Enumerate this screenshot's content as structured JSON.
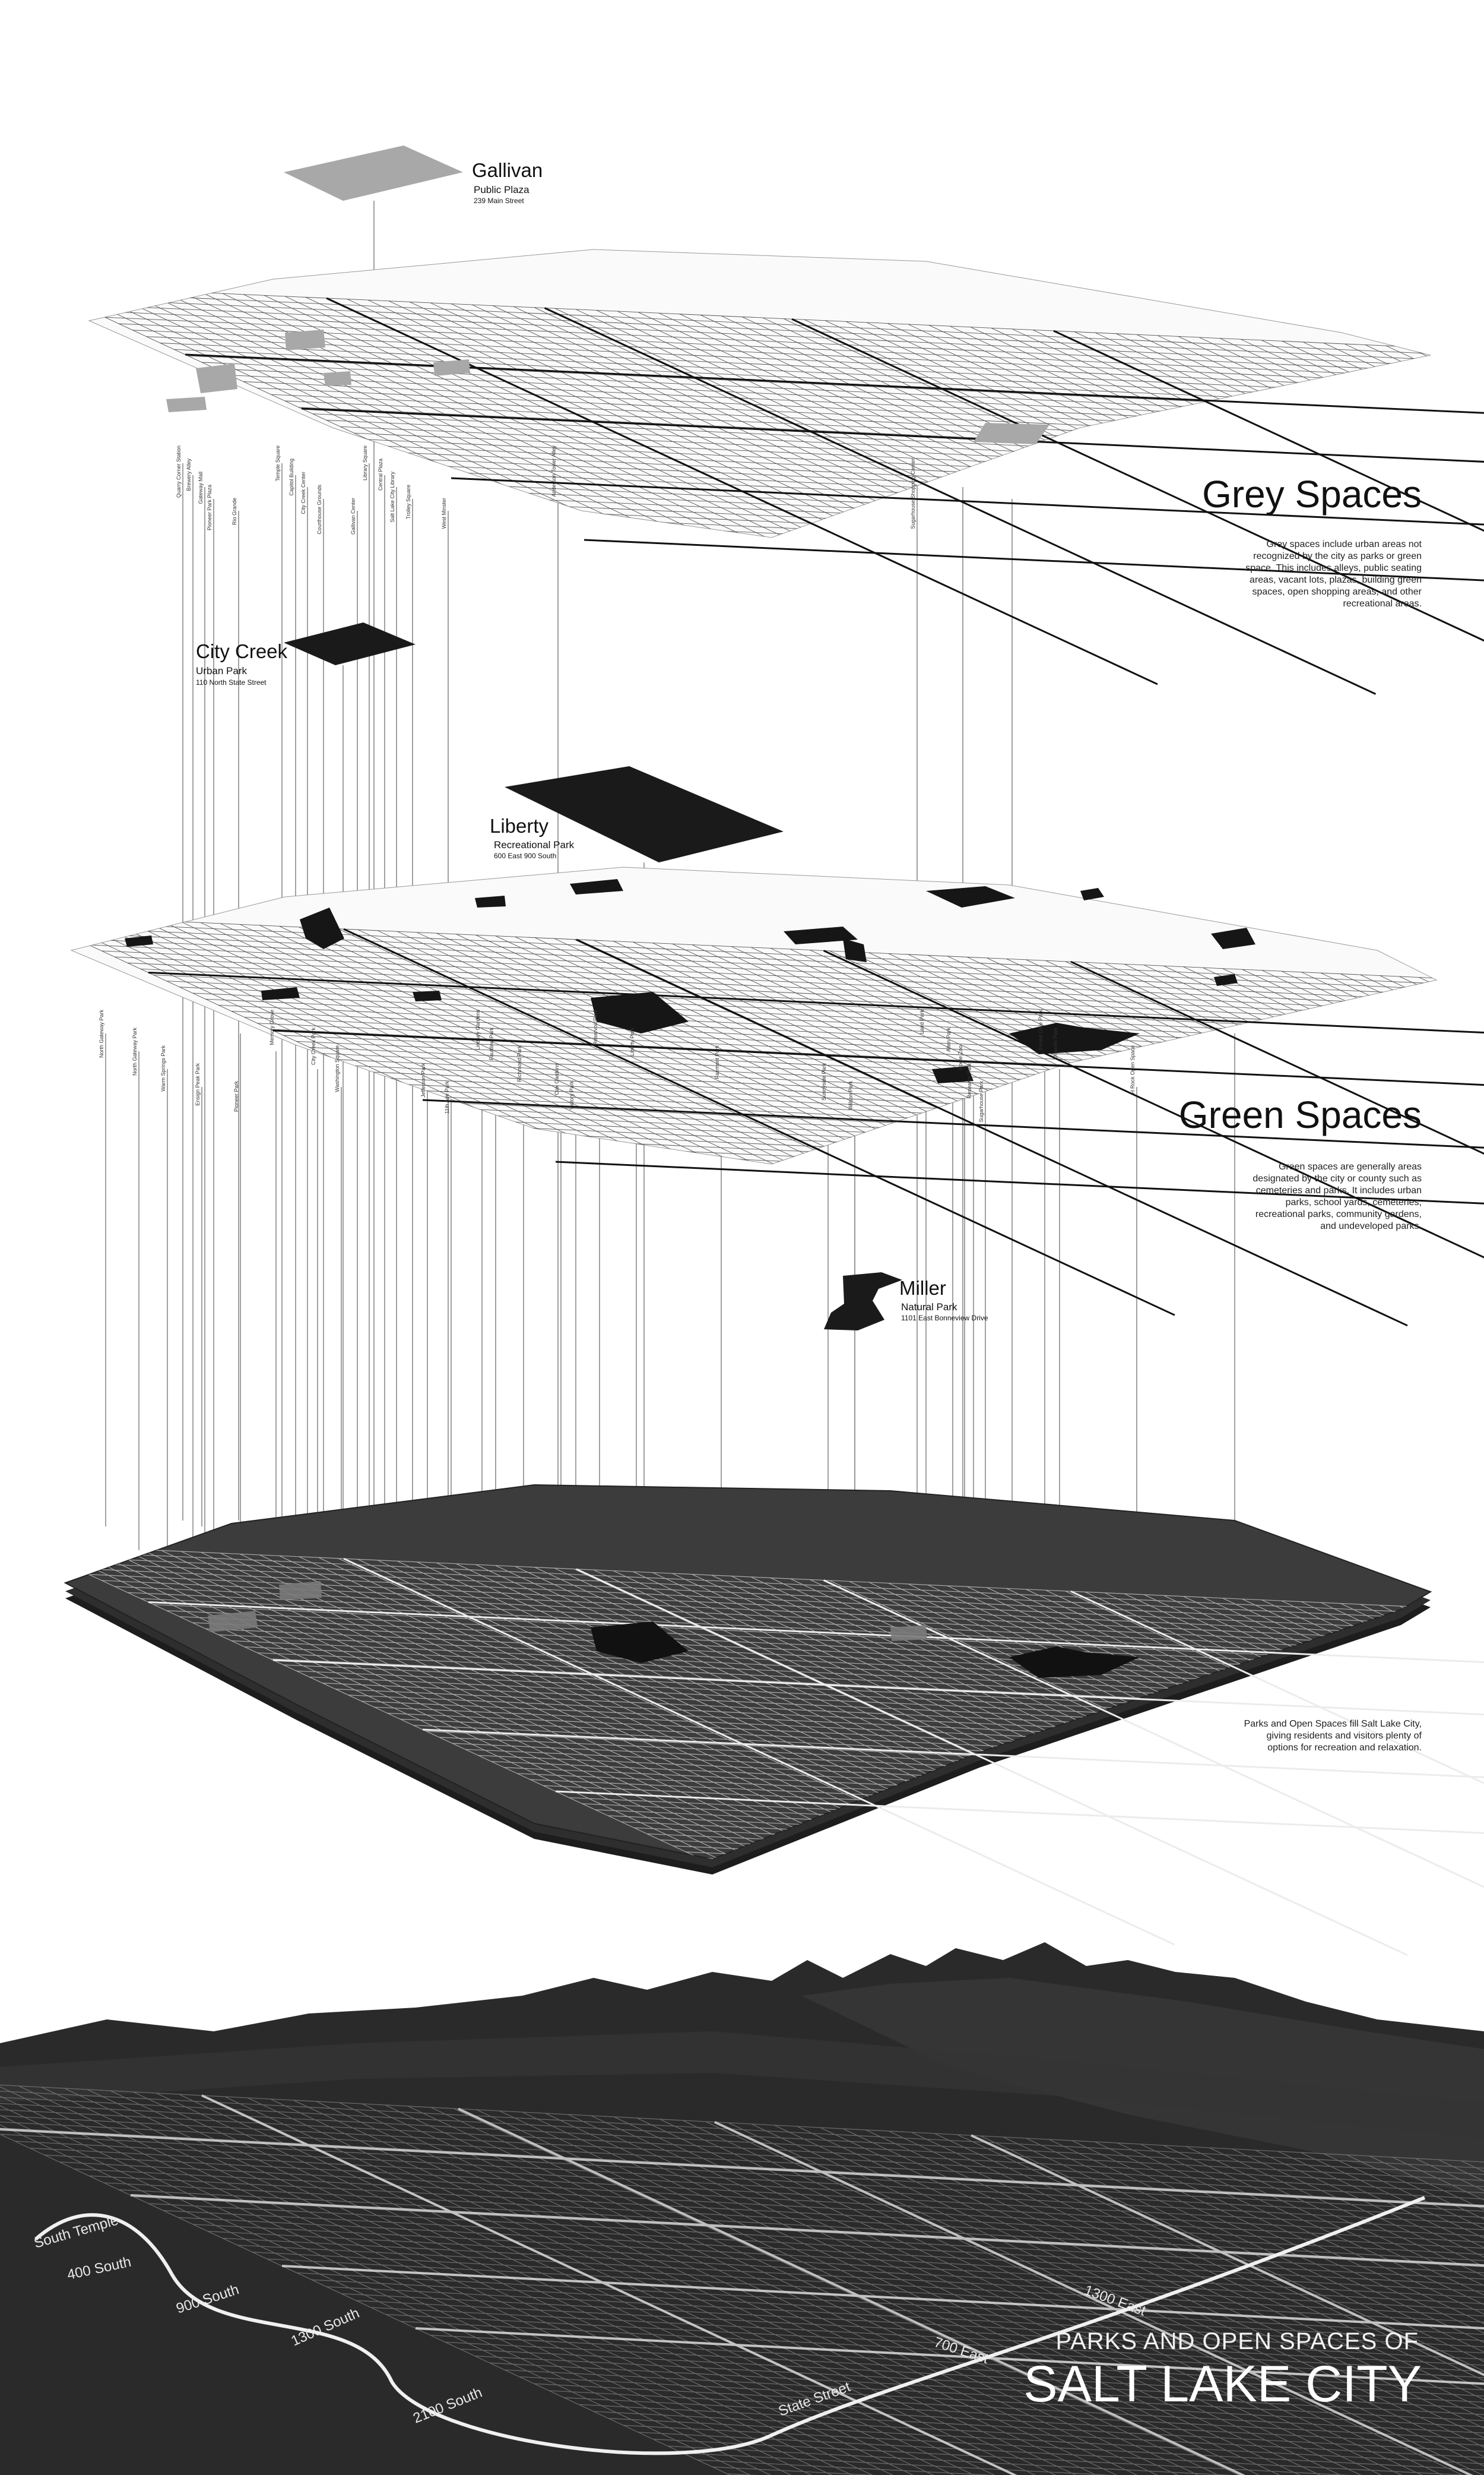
{
  "poster": {
    "title_small": "PARKS AND OPEN SPACES OF",
    "title_big": "SALT LAKE CITY"
  },
  "layers": {
    "grey": {
      "heading": "Grey Spaces",
      "description": "Grey spaces include urban areas not recognized by the city as parks or green space. This includes alleys, public seating areas, vacant lots, plazas, building green spaces, open shopping areas, and other recreational areas."
    },
    "green": {
      "heading": "Green Spaces",
      "description": "Green spaces are generally areas designated by the city or county such as cemeteries and parks. It includes urban parks, school yards, cemeteries, recreational parks, community gardens, and undeveloped parks."
    },
    "base": {
      "description": "Parks and Open Spaces fill Salt Lake City, giving residents and visitors plenty of options for recreation and relaxation."
    }
  },
  "callouts": [
    {
      "name": "Gallivan",
      "type": "Public Plaza",
      "address": "239 Main Street"
    },
    {
      "name": "City Creek",
      "type": "Urban Park",
      "address": "110 North State Street"
    },
    {
      "name": "Liberty",
      "type": "Recreational Park",
      "address": "600 East 900 South"
    },
    {
      "name": "Miller",
      "type": "Natural Park",
      "address": "1101 East Bonneview Drive"
    }
  ],
  "grey_labels": [
    "Quarry Corner Station",
    "Brewery Alley",
    "Gateway Mall",
    "Pioneer Park Plaza",
    "Rio Grande",
    "Temple Square",
    "Capitol Building",
    "City Creek Center",
    "Courthouse Grounds",
    "Gallivan Center",
    "Library Square",
    "Central Plaza",
    "Salt Lake City Library",
    "Trolley Square",
    "West Minster",
    "Anderson Tower Alley",
    "Sugarhouse Shopping Center"
  ],
  "green_labels": [
    "North Gateway Park",
    "North Gateway Park",
    "Warm Springs Park",
    "Ensign Peak Park",
    "Pioneer Park",
    "Memory Grove",
    "City Creek Park",
    "Washington Square",
    "Jefferson Park",
    "11th Ave Park",
    "Lindsey Gardens",
    "Faultline Park",
    "Richmond Park",
    "Oak Gardens",
    "Victory Park",
    "Reservoir Park",
    "Liberty Park",
    "Fairmont Park",
    "Sunnyside Park",
    "Wilson Park",
    "Laird Park",
    "Allen Park",
    "Hogle Zoo",
    "Research Park",
    "Sugarhouse Park",
    "Forest Dale Park",
    "Dilworth Park",
    "H Rock Open Space"
  ],
  "roads": [
    {
      "label": "South Temple"
    },
    {
      "label": "400 South"
    },
    {
      "label": "900 South"
    },
    {
      "label": "1300 South"
    },
    {
      "label": "2100 South"
    },
    {
      "label": "State Street"
    },
    {
      "label": "700 East"
    },
    {
      "label": "1300 East"
    }
  ],
  "colors": {
    "background": "#ffffff",
    "grey_space": "#a8a8a8",
    "green_space": "#161616",
    "base_map": "#3c3c3c",
    "photo": "#2a2a2a",
    "ink": "#111111"
  }
}
